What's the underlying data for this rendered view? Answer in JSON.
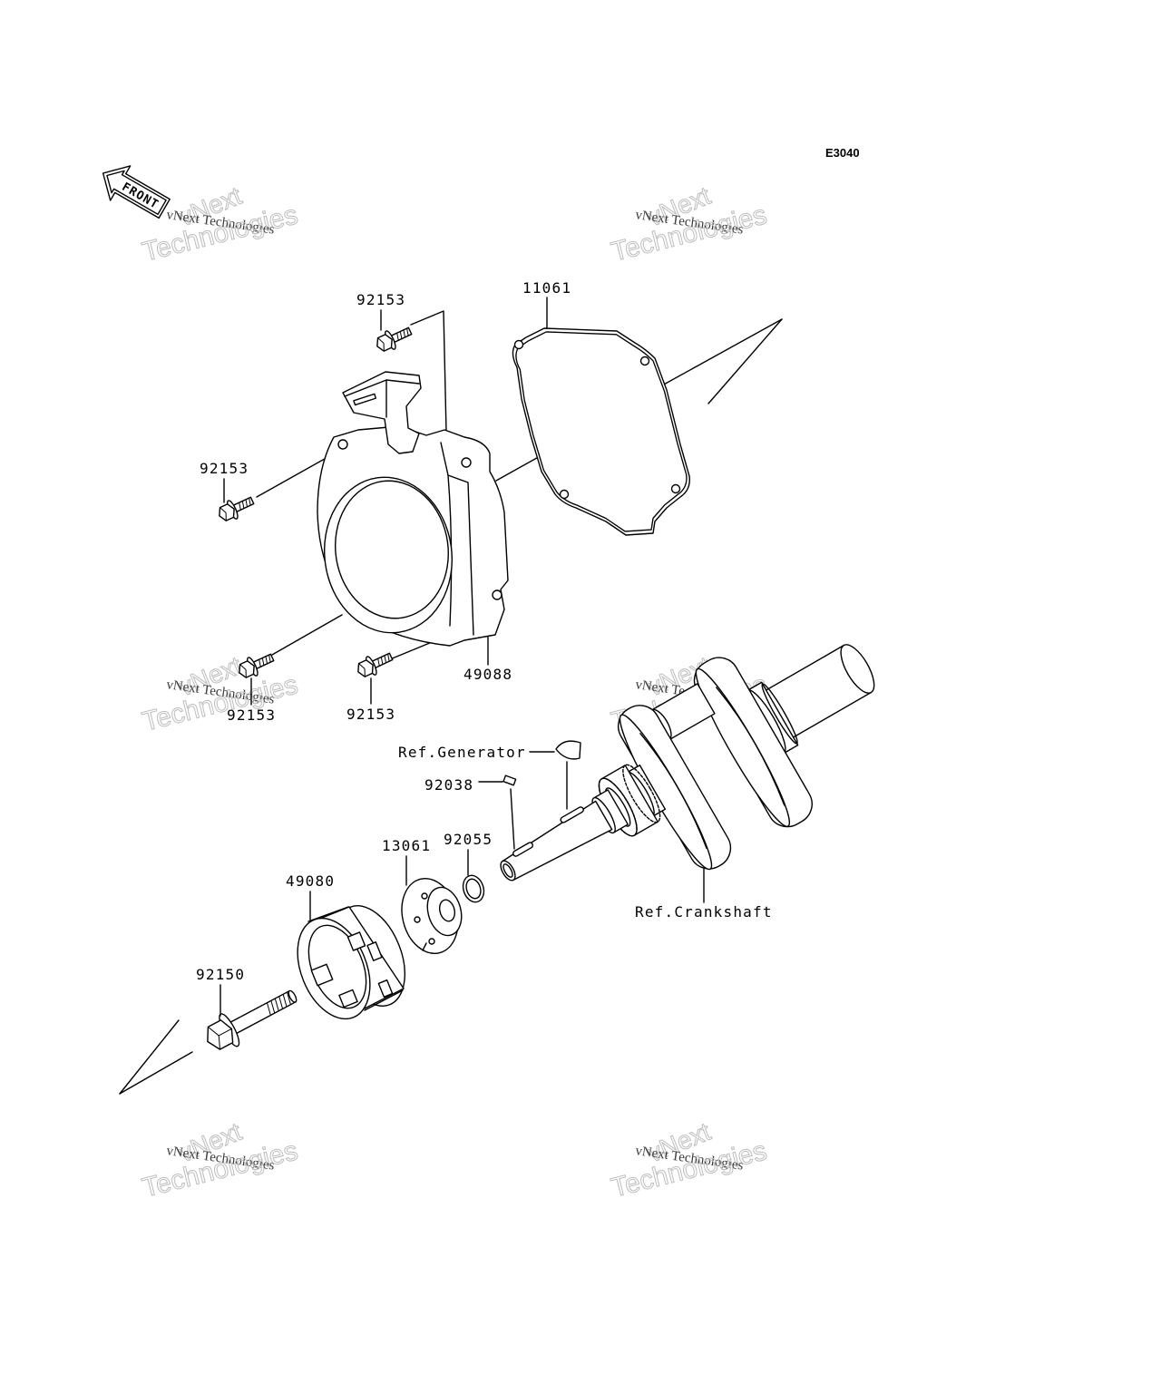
{
  "diagram": {
    "code": "E3040",
    "front_label": "FRONT"
  },
  "watermark": {
    "word_top": "vNext",
    "caption": "vNext Technologies",
    "word_bottom": "Technologies"
  },
  "labels": {
    "bolt_top": "92153",
    "gasket": "11061",
    "bolt_left": "92153",
    "cover": "49088",
    "bolt_lower_left": "92153",
    "bolt_lower_mid": "92153",
    "ref_generator": "Ref.Generator",
    "key_small": "92038",
    "hub": "13061",
    "o_ring": "92055",
    "cup": "49080",
    "ref_crankshaft": "Ref.Crankshaft",
    "flange_bolt": "92150"
  },
  "colors": {
    "background": "#ffffff",
    "line": "#000000",
    "watermark": "#bdbdbd",
    "watermark_caption": "#3a3a3a"
  }
}
